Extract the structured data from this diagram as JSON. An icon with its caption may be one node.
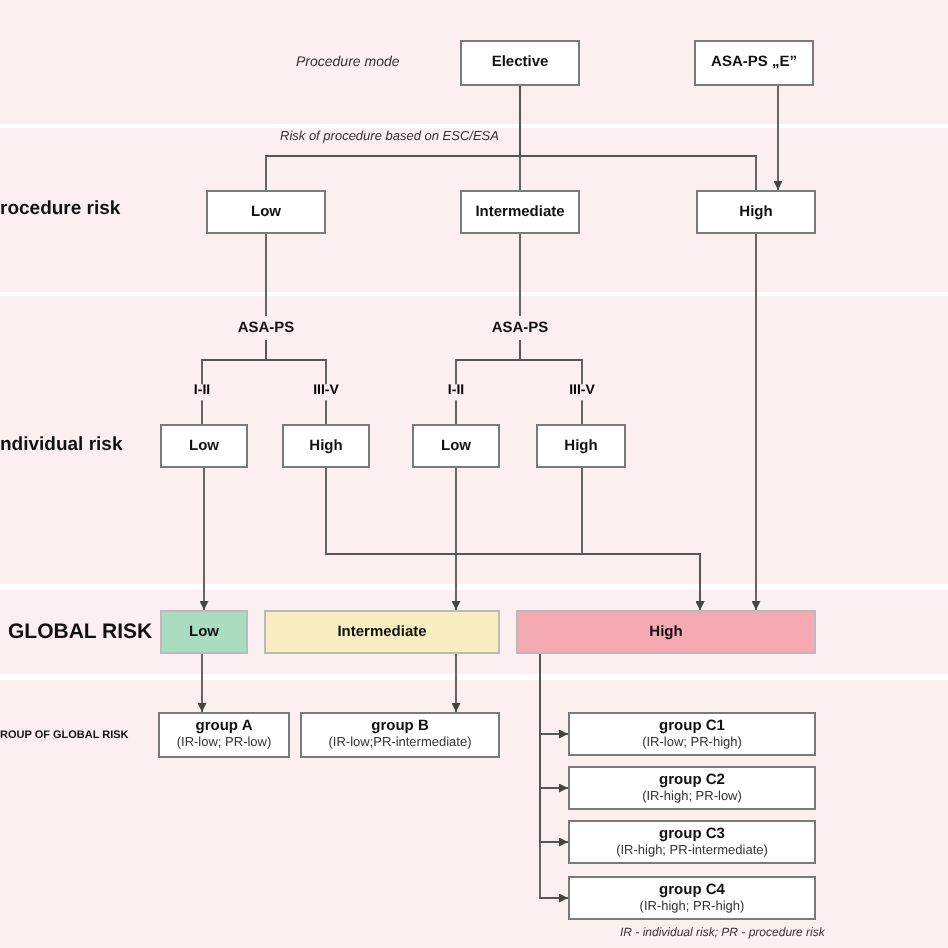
{
  "diagram": {
    "nodes": [
      {
        "text": [
          "Elective"
        ]
      },
      {
        "text": [
          "ASA-PS „E”"
        ]
      },
      {
        "text": [
          "Low"
        ]
      },
      {
        "text": [
          "Intermediate"
        ]
      },
      {
        "text": [
          "High"
        ]
      },
      {
        "text": [
          "ASA-PS"
        ]
      },
      {
        "text": [
          "ASA-PS"
        ]
      },
      {
        "text": [
          "Low"
        ]
      },
      {
        "text": [
          "High"
        ]
      },
      {
        "text": [
          "Low"
        ]
      },
      {
        "text": [
          "High"
        ]
      },
      {
        "text": [
          "Low"
        ]
      },
      {
        "text": [
          "Intermediate"
        ]
      },
      {
        "text": [
          "High"
        ]
      },
      {
        "text": [
          "group A",
          "(IR-low; PR-low)"
        ]
      },
      {
        "text": [
          "group B",
          "(IR-low;PR-intermediate)"
        ]
      },
      {
        "text": [
          "group C1",
          "(IR-low; PR-high)"
        ]
      },
      {
        "text": [
          "group C2",
          "(IR-high; PR-low)"
        ]
      },
      {
        "text": [
          "group C3",
          "(IR-high; PR-intermediate)"
        ]
      },
      {
        "text": [
          "group C4",
          "(IR-high; PR-high)"
        ]
      }
    ],
    "edges": [
      {
        "from": 0,
        "to": 2,
        "arrow": "none"
      },
      {
        "from": 0,
        "to": 3,
        "arrow": "none"
      },
      {
        "from": 0,
        "to": 4,
        "arrow": "none"
      },
      {
        "from": 1,
        "to": 4,
        "arrow": "to"
      },
      {
        "from": 2,
        "to": 5,
        "arrow": "none"
      },
      {
        "from": 3,
        "to": 6,
        "arrow": "none"
      },
      {
        "from": 5,
        "to": 7,
        "arrow": "none",
        "label": "I-II"
      },
      {
        "from": 5,
        "to": 8,
        "arrow": "none",
        "label": "III-V"
      },
      {
        "from": 6,
        "to": 9,
        "arrow": "none",
        "label": "I-II"
      },
      {
        "from": 6,
        "to": 10,
        "arrow": "none",
        "label": "III-V"
      },
      {
        "from": 7,
        "to": 11,
        "arrow": "to"
      },
      {
        "from": 9,
        "to": 12,
        "arrow": "to"
      },
      {
        "from": 8,
        "to": 13,
        "arrow": "to"
      },
      {
        "from": 10,
        "to": 13,
        "arrow": "to"
      },
      {
        "from": 4,
        "to": 13,
        "arrow": "to"
      },
      {
        "from": 11,
        "to": 14,
        "arrow": "to"
      },
      {
        "from": 12,
        "to": 15,
        "arrow": "to"
      },
      {
        "from": 13,
        "to": 16,
        "arrow": "to"
      },
      {
        "from": 13,
        "to": 17,
        "arrow": "to"
      },
      {
        "from": 13,
        "to": 18,
        "arrow": "to"
      },
      {
        "from": 13,
        "to": 19,
        "arrow": "to"
      }
    ],
    "labels": [
      "Procedure mode",
      "Risk of procedure based on ESC/ESA",
      "rocedure risk",
      "ndividual risk",
      "GLOBAL RISK",
      "ROUP OF GLOBAL RISK",
      "IR - individual risk; PR - procedure risk"
    ]
  }
}
